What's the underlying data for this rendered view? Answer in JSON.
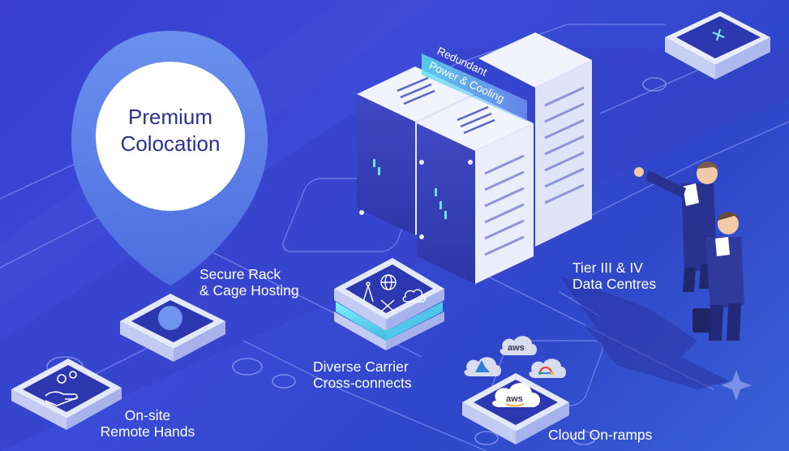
{
  "pin": {
    "title_line1": "Premium",
    "title_line2": "Colocation"
  },
  "server_band": {
    "line1": "Redundant",
    "line2": "Power & Cooling"
  },
  "labels": {
    "secure_line1": "Secure Rack",
    "secure_line2": "& Cage Hosting",
    "tier_line1": "Tier III & IV",
    "tier_line2": "Data Centres",
    "carrier_line1": "Diverse Carrier",
    "carrier_line2": "Cross-connects",
    "hands_line1": "On-site",
    "hands_line2": "Remote Hands",
    "cloud": "Cloud On-ramps"
  },
  "cloud_badges": {
    "aws_small": "aws",
    "aws_main": "aws"
  },
  "colors": {
    "background": "#3b4bd8",
    "pin": "#5b83ea",
    "platform": "#e4e8fb",
    "server": "#eaeefb",
    "accent": "#5cd6e8"
  },
  "icons": [
    "location-pin-icon",
    "hand-gears-icon",
    "tower-antenna-icon",
    "globe-icon",
    "network-arrows-icon",
    "cloud-icon",
    "azure-logo-icon",
    "gcp-logo-icon",
    "aws-logo-icon",
    "sparkle-icon",
    "cross-icon"
  ]
}
